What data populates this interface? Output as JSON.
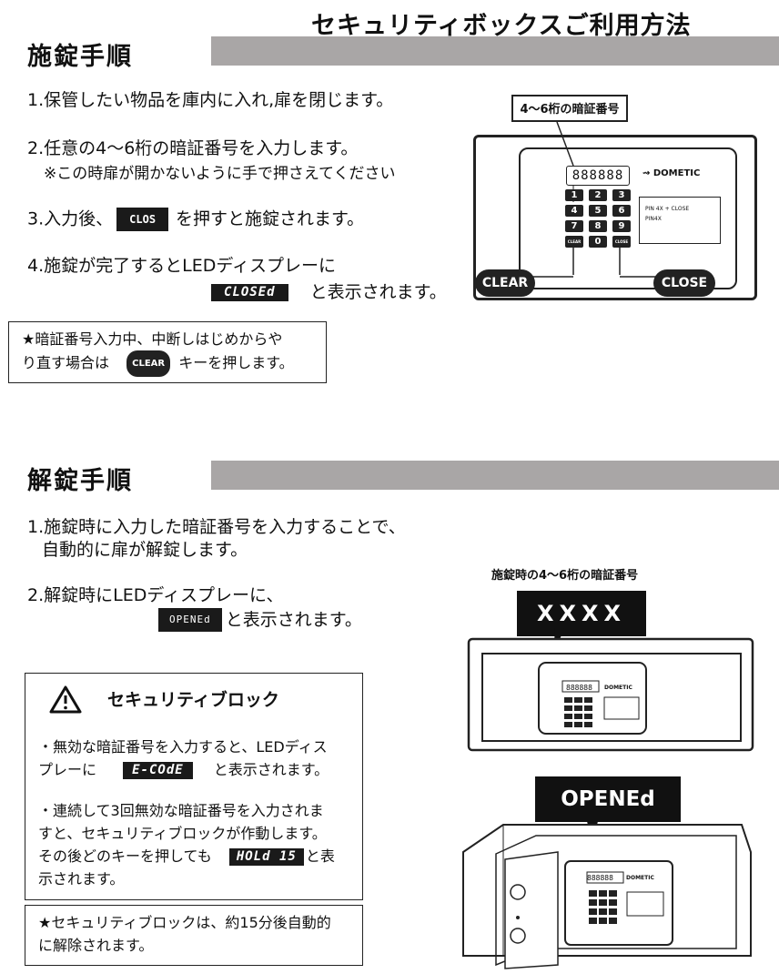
{
  "title": "セキュリティボックスご利用方法",
  "lock": {
    "heading": "施錠手順",
    "step1": "1.保管したい物品を庫内に入れ,扉を閉じます。",
    "step2_line1": "2.任意の4～6桁の暗証番号を入力します。",
    "step2_line2": "※この時扉が開かないように手で押さえてください",
    "step3_before": "3.入力後、",
    "step3_badge": "CLOS",
    "step3_after": "を押すと施錠されます。",
    "step4_line1": "4.施錠が完了するとLEDディスプレーに",
    "step4_lcd": "CLOSEd",
    "step4_after": "と表示されます。",
    "note_line1": "★暗証番号入力中、中断しはじめからや",
    "note_line2_before": "り直す場合は",
    "note_clear": "CLEAR",
    "note_line2_after": "キーを押します。",
    "diagram": {
      "callout": "4～6桁の暗証番号",
      "display": "888888",
      "brand": "DOMETIC",
      "keys": [
        "1",
        "2",
        "3",
        "4",
        "5",
        "6",
        "7",
        "8",
        "9",
        "CLEAR",
        "0",
        "CLOSE"
      ],
      "info_line1": "PIN 4X + CLOSE",
      "info_line2": "PIN4X",
      "clear_label": "CLEAR",
      "close_label": "CLOSE"
    }
  },
  "unlock": {
    "heading": "解錠手順",
    "step1_line1": "1.施錠時に入力した暗証番号を入力することで、",
    "step1_line2": "自動的に扉が解錠します。",
    "step2_line1": "2.解錠時にLEDディスプレーに、",
    "step2_lcd": "OPENEd",
    "step2_after": "と表示されます。",
    "security": {
      "title": "セキュリティブロック",
      "p1_line1": "・無効な暗証番号を入力すると、LEDディス",
      "p1_line2_before": "プレーに",
      "p1_lcd": "E-COdE",
      "p1_line2_after": "と表示されます。",
      "p2_line1": "・連続して3回無効な暗証番号を入力されま",
      "p2_line2": "すと、セキュリティブロックが作動します。",
      "p2_line3_before": "その後どのキーを押しても",
      "p2_lcd": "HOLd 15",
      "p2_line3_after": "と表",
      "p2_line4": "示されます。"
    },
    "note_line1": "★セキュリティブロックは、約15分後自動的",
    "note_line2": "に解除されます。",
    "figure_caption": "施錠時の4～6桁の暗証番号",
    "figure_code": "XXXX",
    "figure_opened": "OPENEd",
    "safe_display": "888888",
    "safe_brand": "DOMETIC"
  }
}
